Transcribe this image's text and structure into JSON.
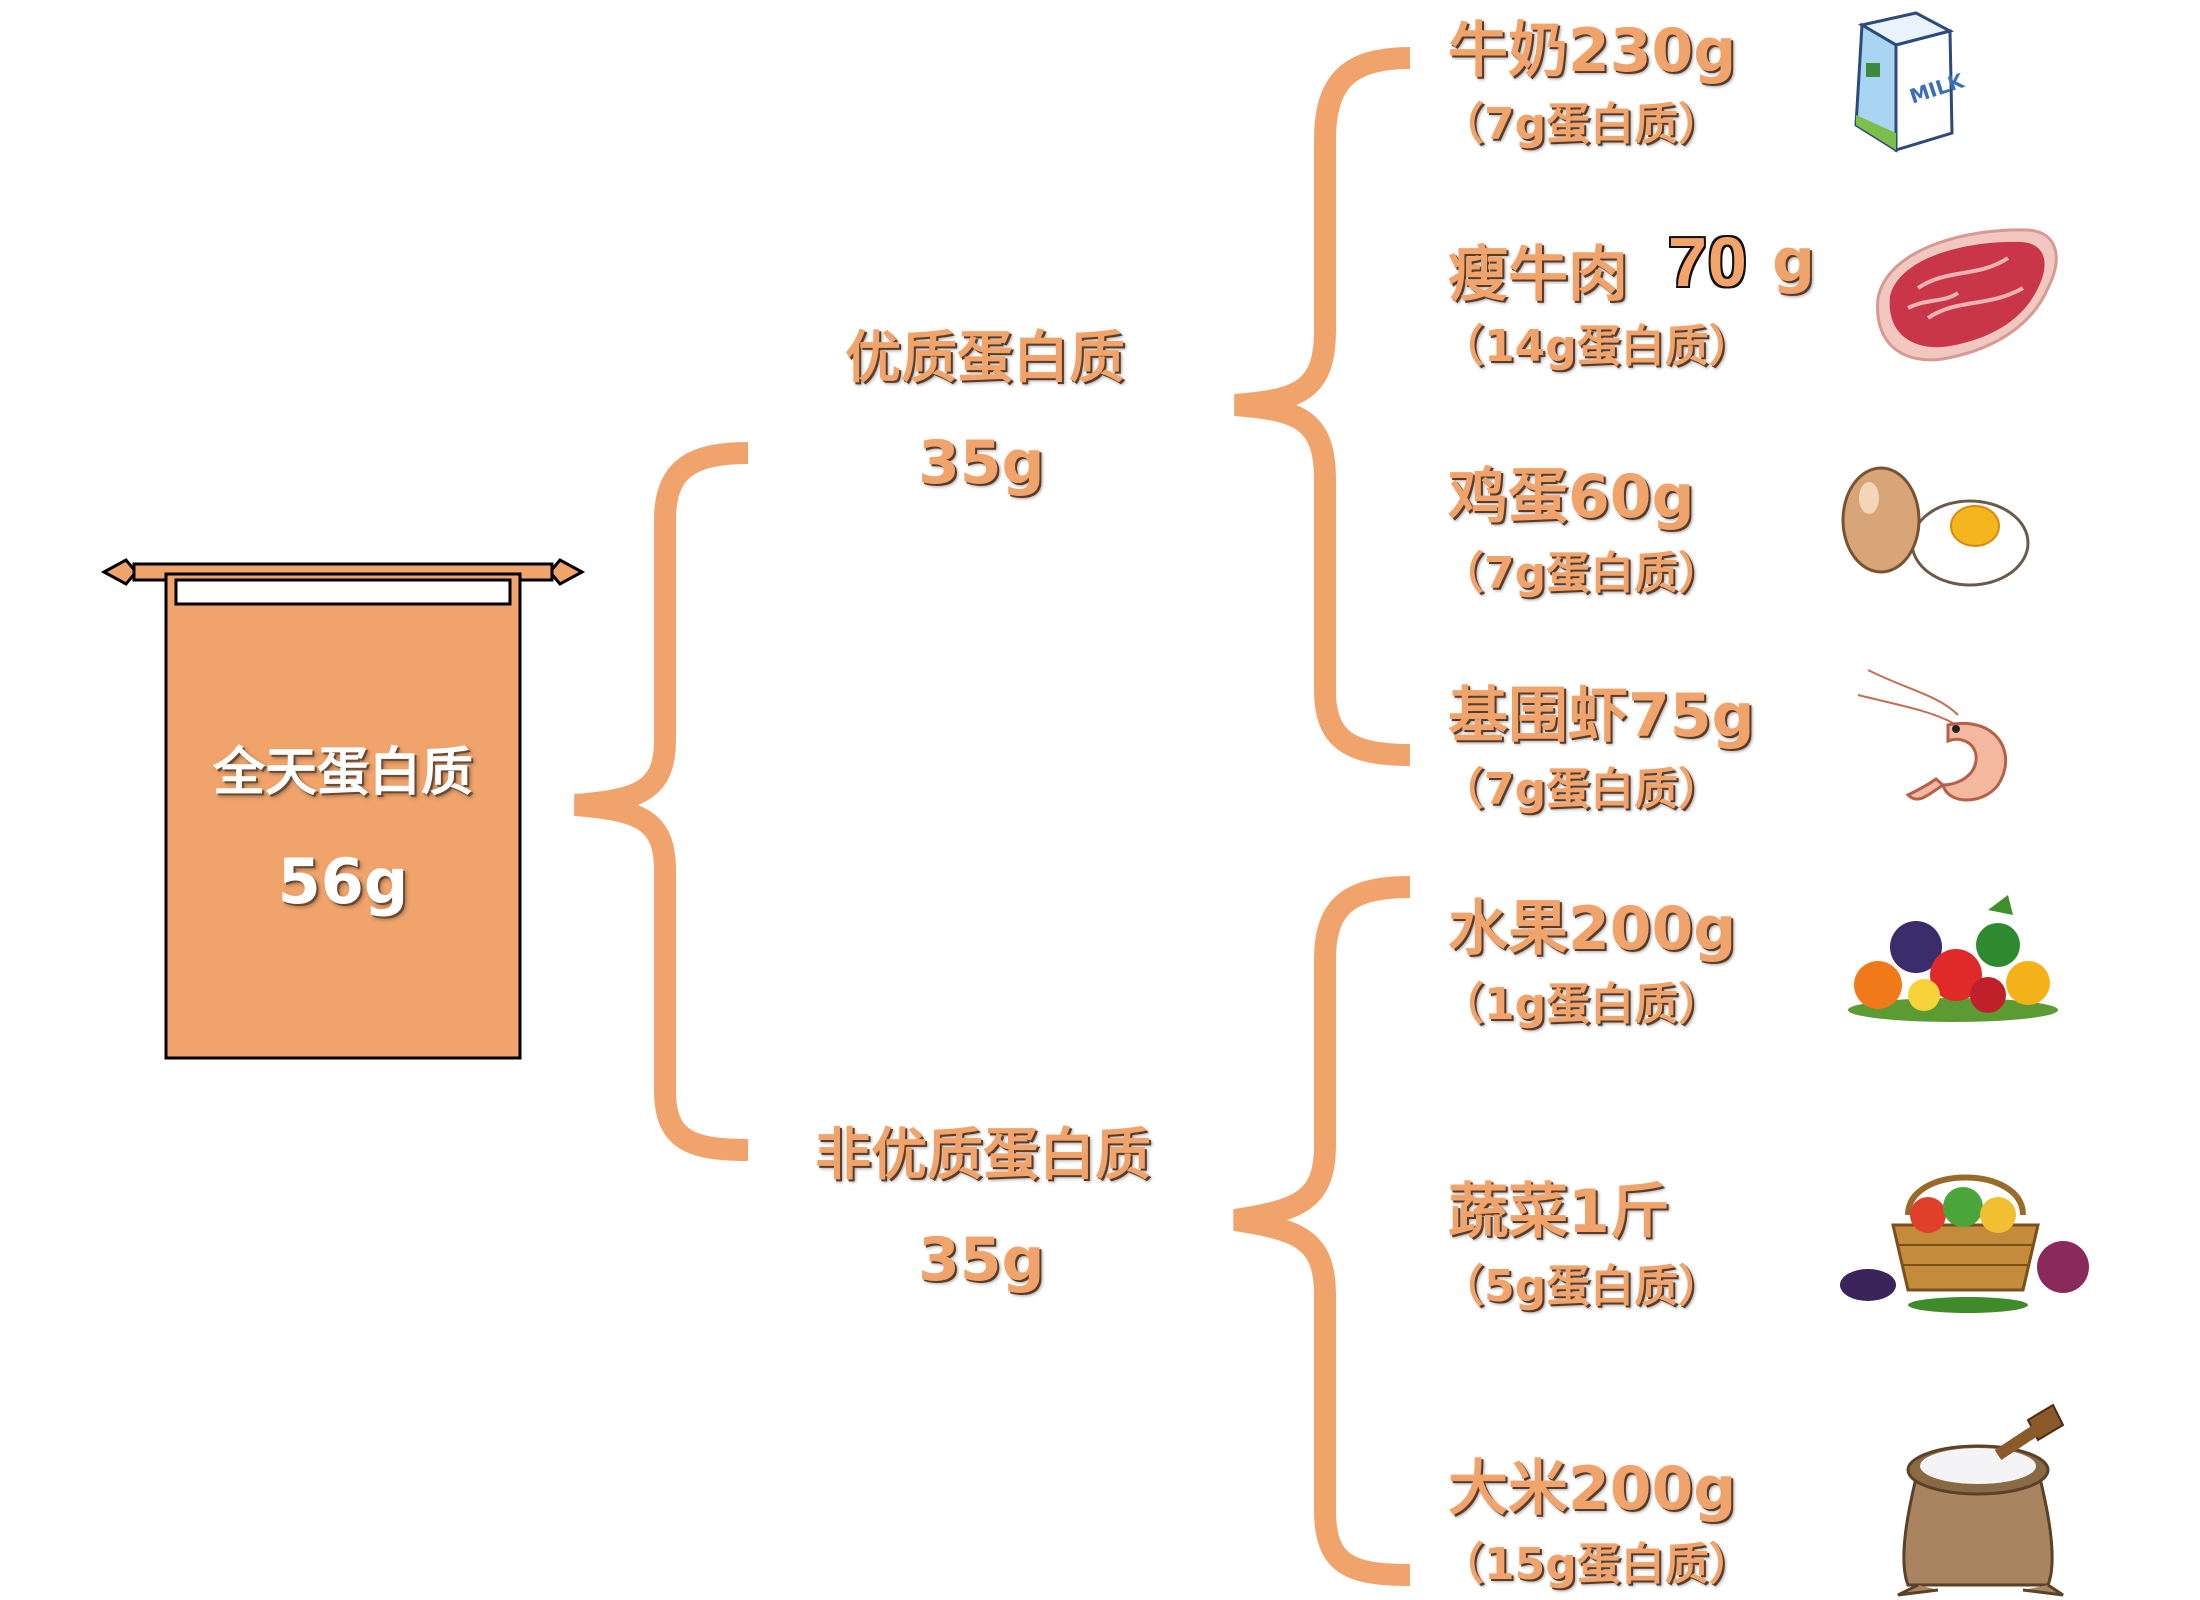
{
  "root": {
    "title": "全天蛋白质",
    "value": "56g"
  },
  "categories": [
    {
      "name": "优质蛋白质",
      "value": "35g"
    },
    {
      "name": "非优质蛋白质",
      "value": "35g"
    }
  ],
  "foods": [
    {
      "name": "牛奶230g",
      "protein": "（7g蛋白质）",
      "icon": "milk-carton"
    },
    {
      "name": "瘦牛肉",
      "amount": "70",
      "unit": "g",
      "protein": "（14g蛋白质）",
      "icon": "beef-steak"
    },
    {
      "name": "鸡蛋60g",
      "protein": "（7g蛋白质）",
      "icon": "egg"
    },
    {
      "name": "基围虾75g",
      "protein": "（7g蛋白质）",
      "icon": "shrimp"
    },
    {
      "name": "水果200g",
      "protein": "（1g蛋白质）",
      "icon": "fruit-pile"
    },
    {
      "name": "蔬菜1斤",
      "protein": "（5g蛋白质）",
      "icon": "vegetable-basket"
    },
    {
      "name": "大米200g",
      "protein": "（15g蛋白质）",
      "icon": "rice-sack"
    }
  ],
  "colors": {
    "accent": "#f0a46c",
    "outline": "#000000",
    "shadow": "#5b3b25"
  }
}
